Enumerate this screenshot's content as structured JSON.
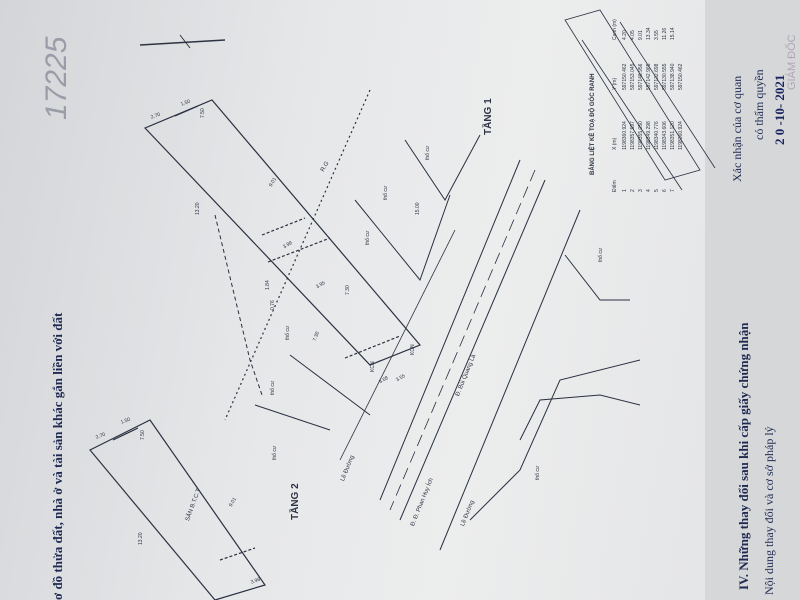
{
  "page": {
    "heading": "ơ đồ thửa đất, nhà ở và tài sản khác gắn liền với đất",
    "ref_number": "17225"
  },
  "labels": {
    "tang1": "TẦNG 1",
    "tang2": "TẦNG 2",
    "san_btct": "SÂN B.T.C.T",
    "road_bui_quang_la": "Đ. Bùi Quang Là",
    "road_phan_huy_ich": "Đ. Đ. Phan Huy Ích",
    "le_duong": "Lề Đường",
    "boundary": "R.G",
    "tho_cu": "thổ cư"
  },
  "dims": {
    "d13_20a": "13.20",
    "d9_01a": "9.01",
    "d2_70": "2.70",
    "d1_50": "1.50",
    "d7_50": "7.50",
    "d3_99": "3.99",
    "d3_95": "3.95",
    "d7_30": "7.30",
    "d15_00": "15.00",
    "d1_84": "1.84",
    "d0_76": "0.76",
    "d3_68": "3.68",
    "d3_55": "3.55",
    "d3_98": "3.98",
    "kcn": "KCN"
  },
  "coord_table": {
    "title": "BẢNG LIỆT KÊ TOẠ ĐỘ GÓC RANH",
    "headers": [
      "Điểm",
      "X (m)",
      "Y (m)",
      "Cạnh (m)"
    ],
    "rows": [
      [
        "1",
        "1198360.924",
        "597150.462",
        "4.20"
      ],
      [
        "2",
        "1198357.597",
        "597153.045",
        "4.05"
      ],
      [
        "3",
        "1198355.050",
        "597148.956",
        "9.01"
      ],
      [
        "4",
        "1198349.298",
        "597142.965",
        "13.34"
      ],
      [
        "5",
        "1198340.776",
        "597132.698",
        "3.55"
      ],
      [
        "6",
        "1198343.606",
        "597130.555",
        "11.26"
      ],
      [
        "7",
        "1198351.120",
        "597138.940",
        "15.14"
      ],
      [
        "",
        "1198360.924",
        "597150.462",
        ""
      ]
    ]
  },
  "section_iv": {
    "heading": "IV. Những thay đổi sau khi cấp giấy chứng nhận",
    "col_content": "Nội dung thay đổi và cơ sở pháp lý",
    "col_confirm_1": "Xác nhận của cơ quan",
    "col_confirm_2": "có thẩm quyền",
    "date": "2 0 -10- 2021",
    "stamp": "GIÁM ĐỐC"
  }
}
